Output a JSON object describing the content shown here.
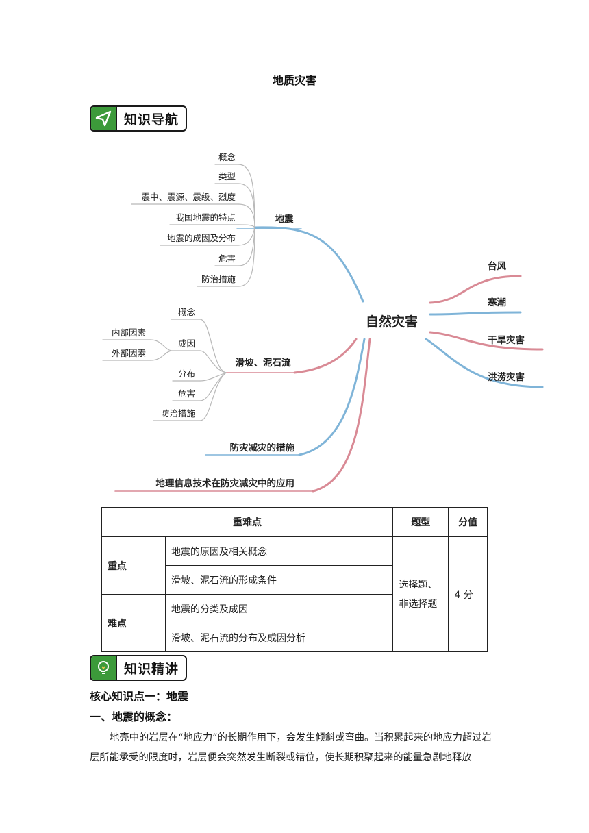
{
  "page": {
    "title": "地质灾害"
  },
  "nav_banner": {
    "label": "知识导航",
    "icon": "paper-plane-icon",
    "accent": "#3c9a3a"
  },
  "mindmap": {
    "center": "自然灾害",
    "earthquake": {
      "label": "地震",
      "children": [
        "概念",
        "类型",
        "震中、震源、震级、烈度",
        "我国地震的特点",
        "地震的成因及分布",
        "危害",
        "防治措施"
      ]
    },
    "landslide": {
      "label": "滑坡、泥石流",
      "children": [
        "概念",
        "成因",
        "分布",
        "危害",
        "防治措施"
      ],
      "cause_children": [
        "内部因素",
        "外部因素"
      ]
    },
    "measures": "防灾减灾的措施",
    "geo_info": "地理信息技术在防灾减灾中的应用",
    "right": [
      "台风",
      "寒潮",
      "干旱灾害",
      "洪涝灾害"
    ],
    "colors": {
      "blue": "#7fb4d8",
      "red": "#d98a95",
      "grey": "#b8b8b8"
    }
  },
  "table": {
    "headers": [
      "重难点",
      "题型",
      "分值"
    ],
    "key_label": "重点",
    "difficult_label": "难点",
    "key_items": [
      "地震的原因及相关概念",
      "滑坡、泥石流的形成条件"
    ],
    "difficult_items": [
      "地震的分类及成因",
      "滑坡、泥石流的分布及成因分析"
    ],
    "question_type": "选择题、非选择题",
    "score": "4 分"
  },
  "lecture_banner": {
    "label": "知识精讲",
    "icon": "lightbulb-icon",
    "accent": "#3c9a3a"
  },
  "section": {
    "core": "核心知识点一：地震",
    "heading": "一、地震的概念：",
    "paragraph": "地壳中的岩层在“地应力”的长期作用下，会发生倾斜或弯曲。当积累起来的地应力超过岩层所能承受的限度时，岩层便会突然发生断裂或错位，使长期积聚起来的能量急剧地释放"
  }
}
